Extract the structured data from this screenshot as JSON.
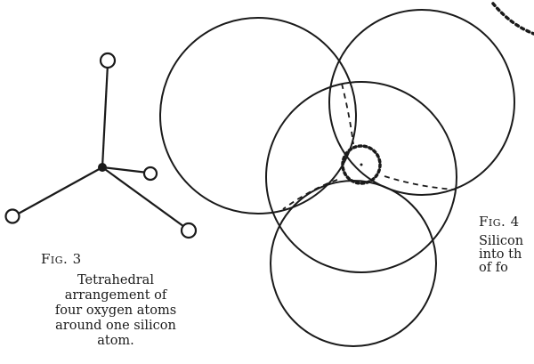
{
  "figure3": {
    "label": "Fig. 3",
    "caption_lines": [
      "Tetrahedral",
      "arrangement of",
      "four oxygen atoms",
      "around one silicon",
      "atom."
    ]
  },
  "figure4": {
    "label": "Fig. 4",
    "caption_lines": [
      "Silicon",
      "into th",
      "of    fo"
    ]
  },
  "colors": {
    "ink": "#1a1a1a",
    "paper": "#ffffff"
  }
}
